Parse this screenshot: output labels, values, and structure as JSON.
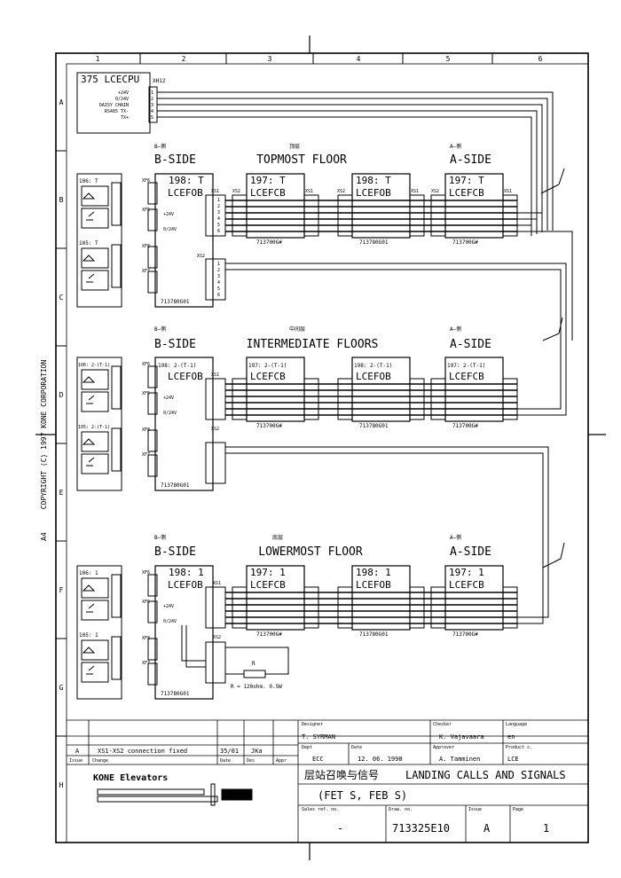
{
  "sheet": {
    "col_labels": [
      "1",
      "2",
      "3",
      "4",
      "5",
      "6"
    ],
    "row_labels": [
      "A",
      "B",
      "C",
      "D",
      "E",
      "F",
      "G",
      "H"
    ],
    "copyright": "COPYRIGHT (C) 1997 KONE CORPORATION",
    "size_mark": "A4"
  },
  "cpu": {
    "name": "375 LCECPU",
    "connector": "XH12",
    "signals": [
      "+24V",
      "0/24V",
      "DAISY CHAIN",
      "RS485 TX-",
      "TX+"
    ],
    "pins": [
      "1",
      "2",
      "3",
      "4",
      "5"
    ]
  },
  "sections": [
    {
      "side_b_cn": "B—侧",
      "side_b": "B-SIDE",
      "title_cn": "顶层",
      "title": "TOPMOST FLOOR",
      "side_a_cn": "A—侧",
      "side_a": "A-SIDE",
      "btn1": "106: T",
      "btn2": "105: T",
      "fob1_id": "198: T",
      "fob2_id": "198: T",
      "fcb1_id": "197: T",
      "fcb2_id": "197: T"
    },
    {
      "side_b_cn": "B—侧",
      "side_b": "B-SIDE",
      "title_cn": "中间层",
      "title": "INTERMEDIATE FLOORS",
      "side_a_cn": "A—侧",
      "side_a": "A-SIDE",
      "btn1": "106: 2-(T-1)",
      "btn2": "105: 2-(T-1)",
      "fob1_id": "198: 2-(T-1)",
      "fob2_id": "198: 2-(T-1)",
      "fcb1_id": "197: 2-(T-1)",
      "fcb2_id": "197: 2-(T-1)"
    },
    {
      "side_b_cn": "B—侧",
      "side_b": "B-SIDE",
      "title_cn": "底层",
      "title": "LOWERMOST FLOOR",
      "side_a_cn": "A—侧",
      "side_a": "A-SIDE",
      "btn1": "106: 1",
      "btn2": "105: 1",
      "fob1_id": "198: 1",
      "fob2_id": "198: 1",
      "fcb1_id": "197: 1",
      "fcb2_id": "197: 1"
    }
  ],
  "modules": {
    "fob_name": "LCEFOB",
    "fcb_name": "LCEFCB",
    "fob_part": "713780G01",
    "fcb_part": "713700G#",
    "xs1": "XS1",
    "xs2": "XS2",
    "xf5": "XF5",
    "xf6": "XF6",
    "xf7": "XF7",
    "xf8": "XF8",
    "p24": "+24V",
    "p0": "0/24V",
    "pins6": [
      "1",
      "2",
      "3",
      "4",
      "5",
      "6"
    ]
  },
  "resistor": {
    "label": "R",
    "note": "R = 120ohm. 0.5W"
  },
  "title_block": {
    "rev": "A",
    "rev_text": "XS1-XS2 connection fixed",
    "rev_date": "35/01",
    "rev_by": "JKa",
    "h_issue": "Issue",
    "h_change": "Change",
    "h_date": "Date",
    "h_des": "Des",
    "h_appr": "Appr",
    "company": "KONE Elevators",
    "l_designer": "Designer",
    "designer": "T. SYRMAN",
    "l_checker": "Checker",
    "checker": "K. Vajavaara",
    "l_language": "Language",
    "language": "en",
    "l_dept": "Dept",
    "dept": "ECC",
    "l_date": "Date",
    "date": "12. 06. 1998",
    "l_approver": "Approver",
    "approver": "A. Tamminen",
    "l_product": "Product c.",
    "product": "LCE",
    "title_cn": "层站召唤与信号",
    "title_en": "LANDING CALLS AND SIGNALS",
    "subtitle": "(FET S, FEB S)",
    "l_sales": "Sales ref. no.",
    "sales": "-",
    "l_drw": "Draw. no.",
    "drw": "713325E10",
    "l_issue": "Issue",
    "issue": "A",
    "l_page": "Page",
    "page": "1"
  }
}
